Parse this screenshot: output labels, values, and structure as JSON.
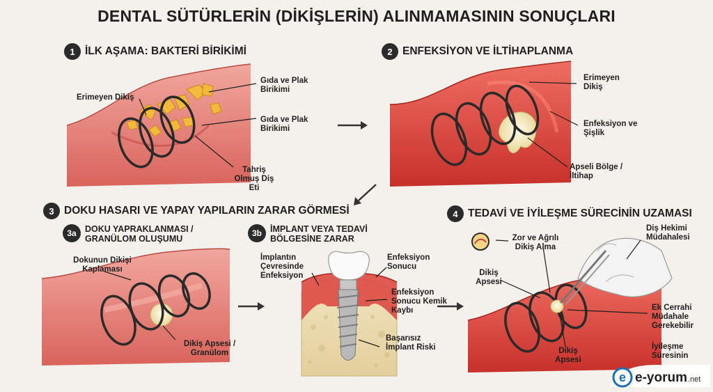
{
  "title": "DENTAL SÜTÜRLERİN (DİKİŞLERİN) ALINMAMASININ SONUÇLARI",
  "steps": [
    {
      "num": "1",
      "label": "İLK AŞAMA: BAKTERİ BİRİKİMİ"
    },
    {
      "num": "2",
      "label": "ENFEKSİYON VE İLTİHAPLANMA"
    },
    {
      "num": "3",
      "label": "DOKU HASARI VE YAPAY YAPILARIN ZARAR GÖRMESİ"
    },
    {
      "num": "4",
      "label": "TEDAVİ VE İYİLEŞME SÜRECİNİN UZAMASI"
    }
  ],
  "substeps": [
    {
      "num": "3a",
      "label": "DOKU YAPRAKLANMASI / GRANÜLOM OLUŞUMU"
    },
    {
      "num": "3b",
      "label": "İMPLANT VEYA TEDAVİ BÖLGESİNE ZARAR"
    }
  ],
  "labels": {
    "p1_suture": "Erimeyen Dikiş",
    "p1_food_1": "Gıda ve Plak Birikimi",
    "p1_food_2": "Gıda ve Plak Birikimi",
    "p1_gum": "Tahriş Olmuş Diş Eti",
    "p2_suture": "Erimeyen Dikiş",
    "p2_infection": "Enfeksiyon ve Şişlik",
    "p2_abscess": "Apseli Bölge / İltihap",
    "p3a_cover": "Dokunun Dikişi Kaplaması",
    "p3a_abscess": "Dikiş Apsesi / Granülom",
    "p3b_around": "İmplantın Çevresinde Enfeksiyon",
    "p3b_result": "Enfeksiyon Sonucu",
    "p3b_bone": "Enfeksiyon Sonucu Kemik Kaybı",
    "p3b_fail": "Başarısız İmplant Riski",
    "p4_painful": "Zor ve Ağrılı Dikiş Alma",
    "p4_dentist": "Diş Hekimi Müdahalesi",
    "p4_abscess_1": "Dikiş Apsesi",
    "p4_surgery": "Ek Cerrahi Müdahale Gerekebilir",
    "p4_abscess_2": "Dikiş Apsesi",
    "p4_healing": "İyileşme Süresinin"
  },
  "logo": {
    "text": "e-yorum",
    "suffix": ".net"
  },
  "colors": {
    "gum": "#e8847c",
    "gum_dark": "#c9423d",
    "infection": "#d8312c",
    "plaque": "#f2b93a",
    "suture": "#2a2a2a",
    "pus": "#f4ecc4"
  }
}
